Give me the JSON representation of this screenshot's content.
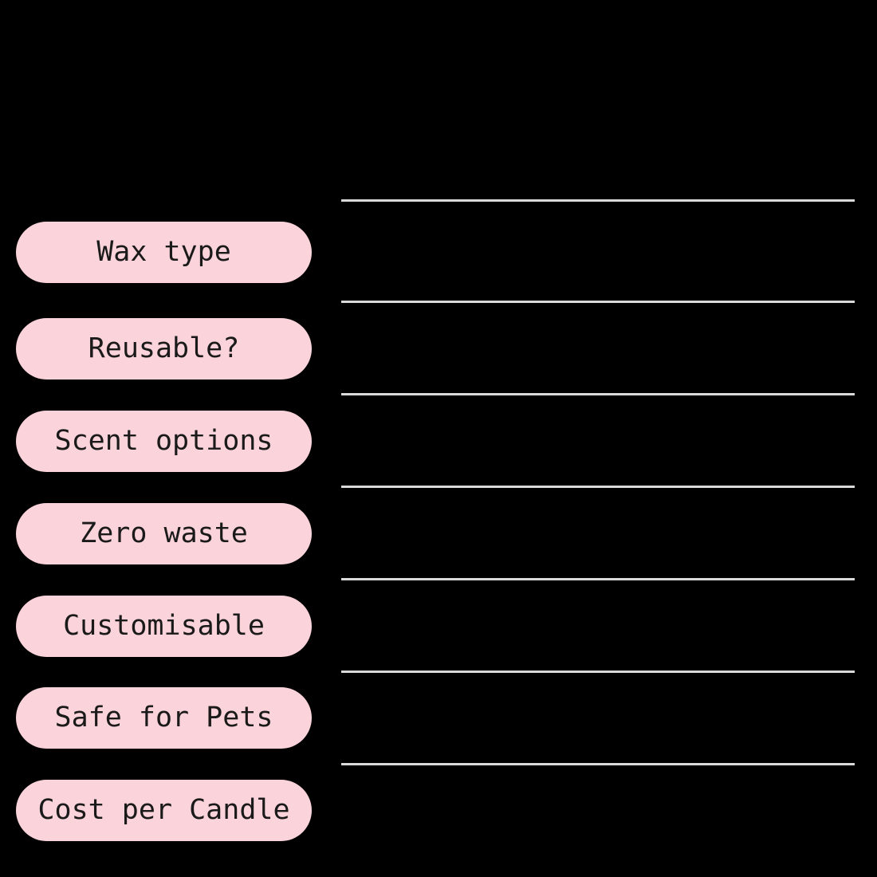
{
  "colors": {
    "background": "#000000",
    "pill": "#fbd3da",
    "pill_text": "#1a1a1a",
    "divider": "#d9d9d9"
  },
  "rows": [
    {
      "label": "Wax type"
    },
    {
      "label": "Reusable?"
    },
    {
      "label": "Scent options"
    },
    {
      "label": "Zero waste"
    },
    {
      "label": "Customisable"
    },
    {
      "label": "Safe for Pets"
    },
    {
      "label": "Cost per Candle"
    }
  ],
  "chart_data": {
    "type": "table",
    "row_labels": [
      "Wax type",
      "Reusable?",
      "Scent options",
      "Zero waste",
      "Customisable",
      "Safe for Pets",
      "Cost per Candle"
    ],
    "columns": [],
    "cell_values": [],
    "layout": "row label pills in left column; empty comparison rows separated by horizontal divider lines on the right (no cell text visible)"
  }
}
